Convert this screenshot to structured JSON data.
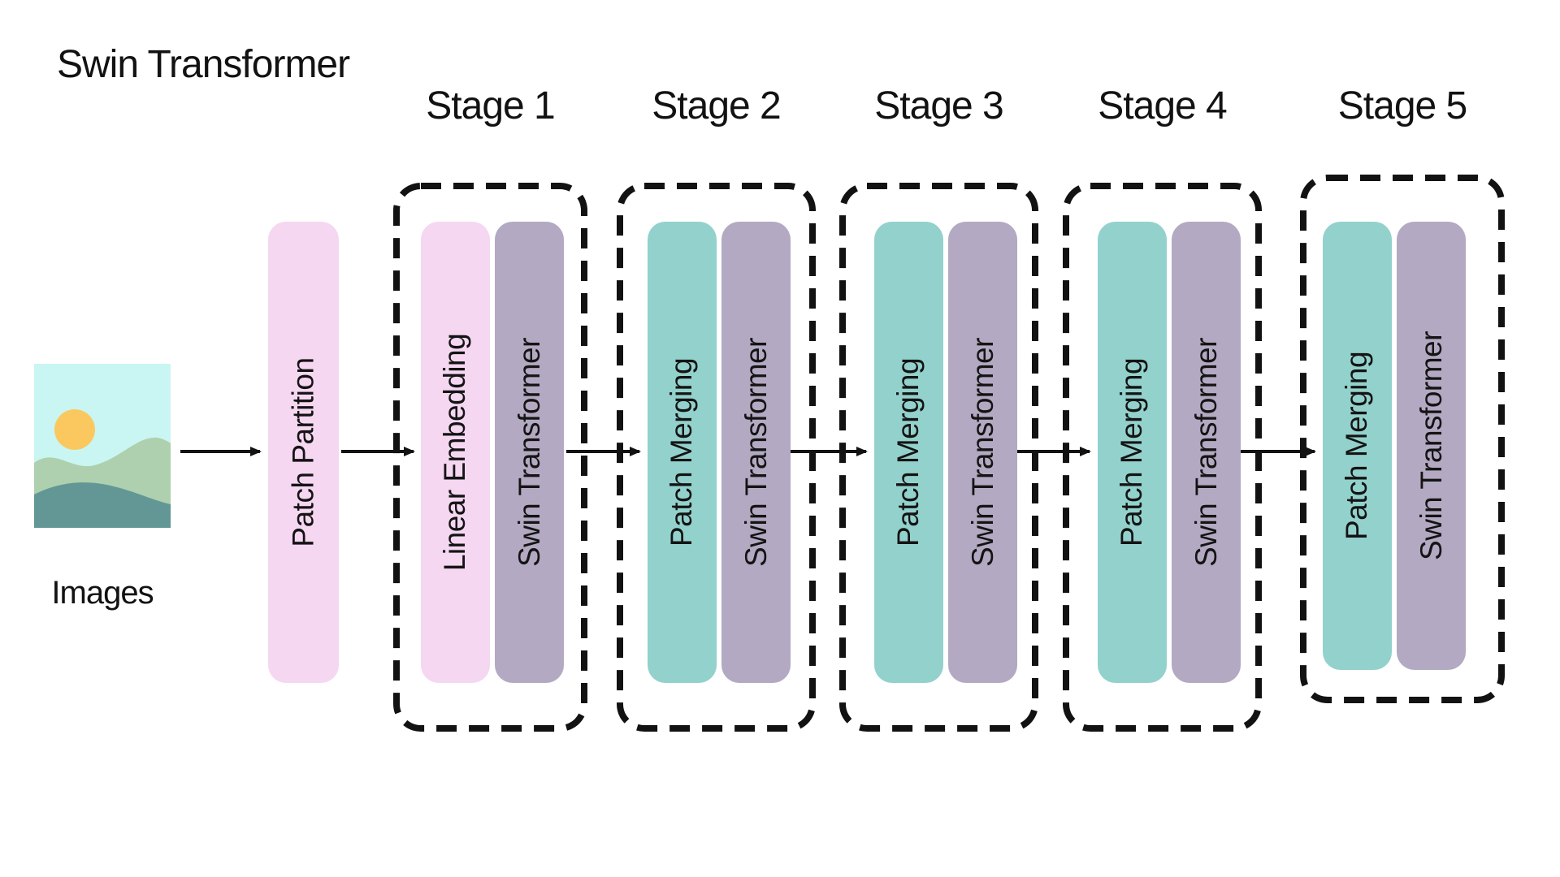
{
  "title": "Swin Transformer",
  "input": {
    "caption": "Images",
    "icon": "landscape-image-icon"
  },
  "preprocess": {
    "label": "Patch Partition"
  },
  "stages": [
    {
      "name": "Stage 1",
      "blocks": [
        {
          "label": "Linear Embedding"
        },
        {
          "label": "Swin Transformer"
        }
      ]
    },
    {
      "name": "Stage 2",
      "blocks": [
        {
          "label": "Patch Merging"
        },
        {
          "label": "Swin Transformer"
        }
      ]
    },
    {
      "name": "Stage 3",
      "blocks": [
        {
          "label": "Patch Merging"
        },
        {
          "label": "Swin Transformer"
        }
      ]
    },
    {
      "name": "Stage 4",
      "blocks": [
        {
          "label": "Patch Merging"
        },
        {
          "label": "Swin Transformer"
        }
      ]
    },
    {
      "name": "Stage 5",
      "blocks": [
        {
          "label": "Patch Merging"
        },
        {
          "label": "Swin Transformer"
        }
      ]
    }
  ],
  "colors": {
    "pink_block": "#f5d7f1",
    "teal_block": "#93d1cc",
    "purple_block": "#b3a9c2",
    "outline_and_text": "#121212",
    "icon_sky": "#c9f6f2",
    "icon_sun": "#fbc85f",
    "icon_hill_light": "#aed0ae",
    "icon_hill_dark": "#629795"
  }
}
